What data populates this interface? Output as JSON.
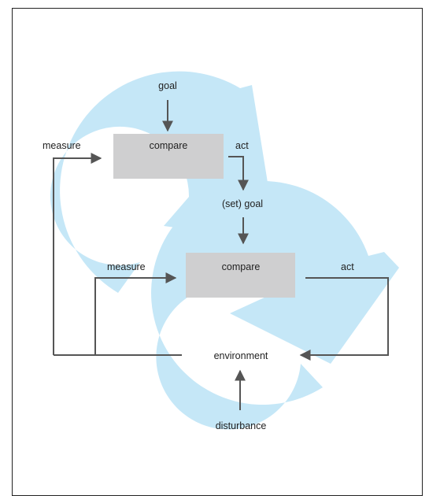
{
  "colors": {
    "loop_fill": "#c5e7f7",
    "box_fill": "#cfcfd0",
    "line": "#555555",
    "text": "#222222",
    "frame": "#222222"
  },
  "icons": {
    "outer_loop": "circular-loop-arrow-icon",
    "inner_loop": "circular-loop-arrow-icon"
  },
  "outer_loop": {
    "goal": "goal",
    "compare": "compare",
    "act": "act",
    "measure": "measure"
  },
  "inner_loop": {
    "goal": "(set) goal",
    "compare": "compare",
    "act": "act",
    "measure": "measure"
  },
  "environment": "environment",
  "disturbance": "disturbance"
}
